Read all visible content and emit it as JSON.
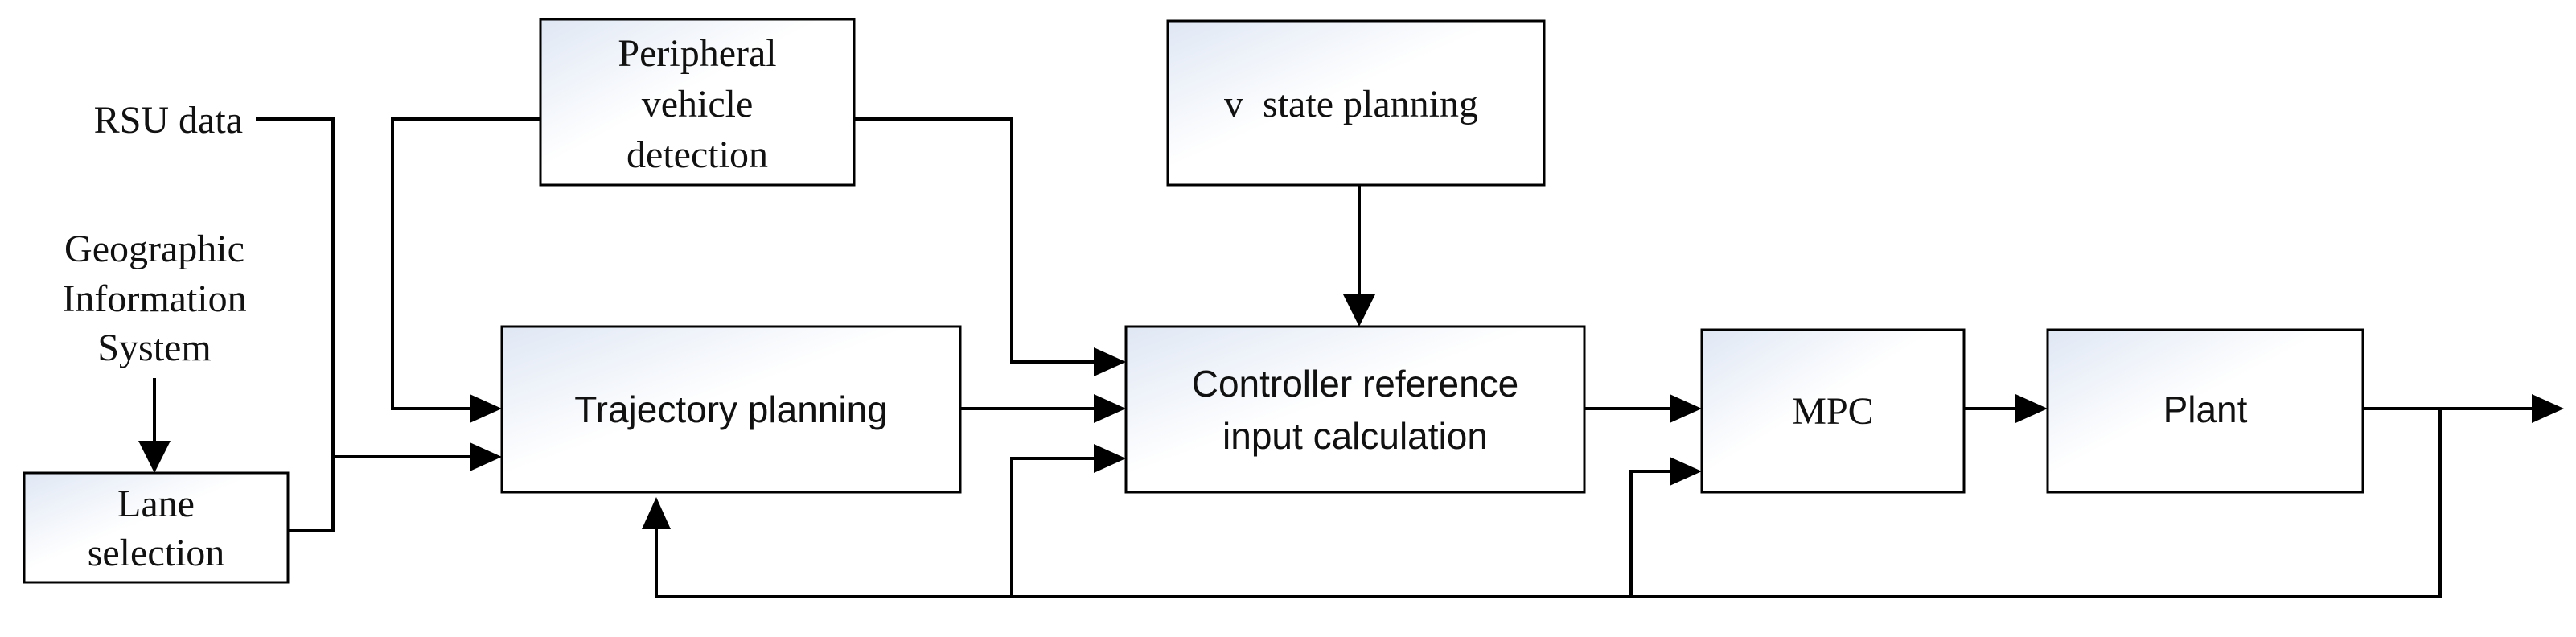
{
  "inputs": {
    "rsu_data": "RSU data",
    "gis": [
      "Geographic",
      "Information",
      "System"
    ]
  },
  "blocks": {
    "lane_selection": [
      "Lane",
      "selection"
    ],
    "peripheral_vehicle_detection": [
      "Peripheral",
      "vehicle",
      "detection"
    ],
    "v_state_planning": "v  state planning",
    "trajectory_planning": "Trajectory planning",
    "controller_reference": [
      "Controller reference",
      "input calculation"
    ],
    "mpc": "MPC",
    "plant": "Plant"
  },
  "colors": {
    "box_fill_start": "#dfe7f4",
    "box_fill_end": "#ffffff",
    "line": "#000000"
  }
}
